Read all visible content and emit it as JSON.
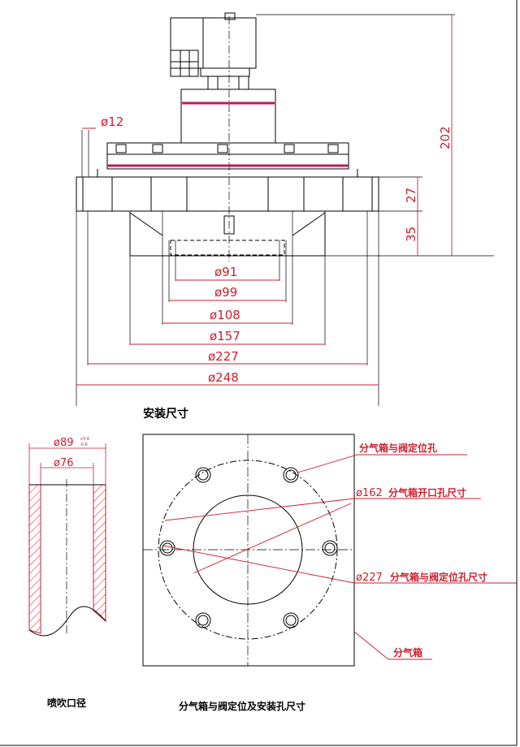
{
  "colors": {
    "line": "#000000",
    "dimension": "#cc1f2f",
    "accent": "#c0185a"
  },
  "valve_dimensions": {
    "height": "202",
    "d12": "ø12",
    "h27": "27",
    "h35": "35",
    "d91": "ø91",
    "d99": "ø99",
    "d108": "ø108",
    "d157": "ø157",
    "d227": "ø227",
    "d248": "ø248"
  },
  "install_title": "安装尺寸",
  "nozzle": {
    "outer_dia": "ø89",
    "tol_upper": "+0.6",
    "tol_lower": "-0.6",
    "inner_dia": "ø76",
    "caption": "喷吹口径"
  },
  "plate": {
    "label_locating_hole": "分气箱与阀定位孔",
    "label_opening_dia": "ø162",
    "label_opening_text": "分气箱开口孔尺寸",
    "label_pcd_dia": "ø227",
    "label_pcd_text": "分气箱与阀定位孔尺寸",
    "label_box": "分气箱",
    "caption": "分气箱与阀定位及安装孔尺寸"
  }
}
